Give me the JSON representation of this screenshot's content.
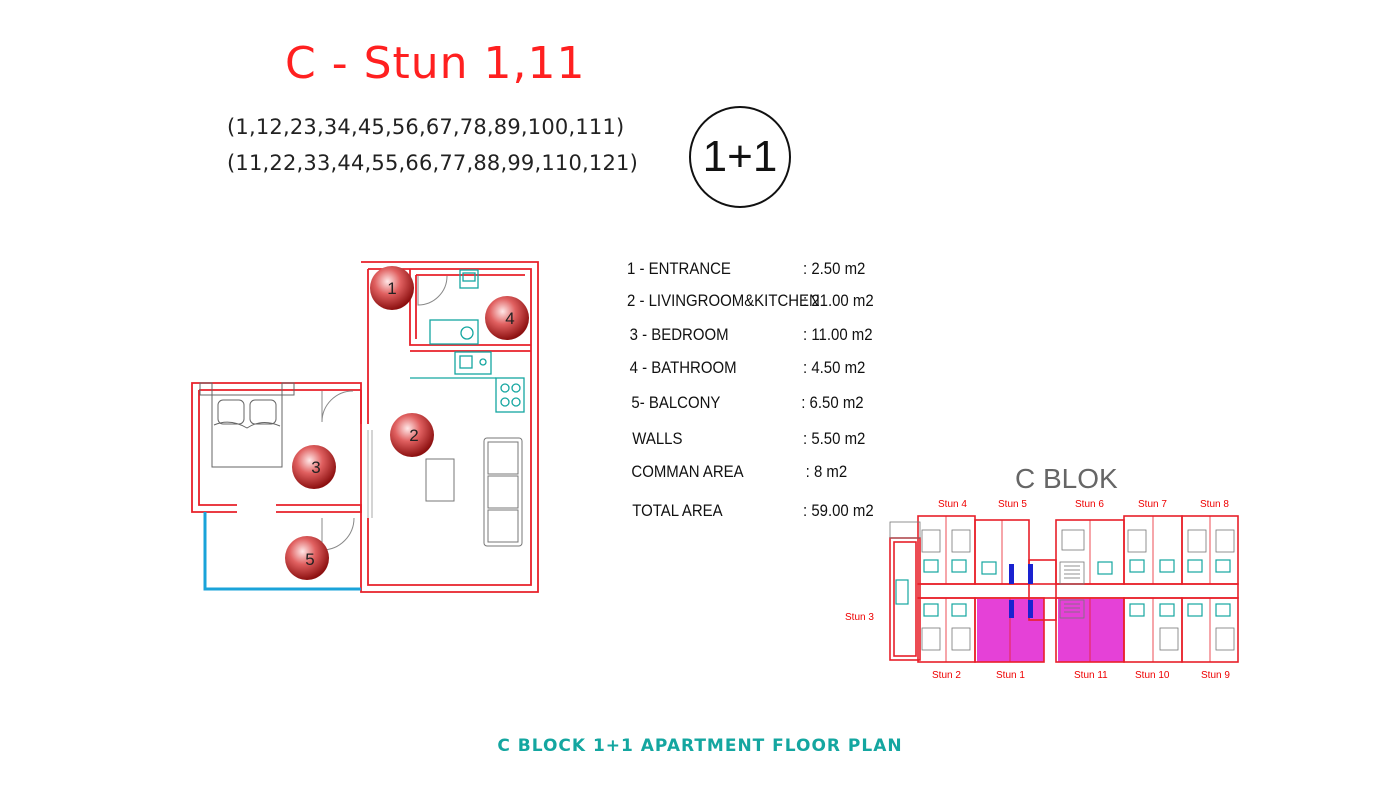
{
  "title": "C - Stun 1,11",
  "unit_numbers": [
    "(1,12,23,34,45,56,67,78,89,100,111)",
    "(11,22,33,44,55,66,77,88,99,110,121)"
  ],
  "apartment_type": "1+1",
  "room_markers": [
    "1",
    "2",
    "3",
    "4",
    "5"
  ],
  "areas": [
    {
      "label": "1 - ENTRANCE",
      "value": ": 2.50 m2"
    },
    {
      "label": "2 - LIVINGROOM&KITCHEN",
      "value": ": 21.00 m2"
    },
    {
      "label": "3 - BEDROOM",
      "value": ": 11.00 m2"
    },
    {
      "label": "4 - BATHROOM",
      "value": ":  4.50 m2"
    },
    {
      "label": "5- BALCONY",
      "value": ": 6.50 m2"
    },
    {
      "label": "WALLS",
      "value": ":   5.50 m2"
    },
    {
      "label": "COMMAN AREA",
      "value": ": 8 m2"
    },
    {
      "label": "TOTAL AREA",
      "value": ": 59.00 m2"
    }
  ],
  "block_plan": {
    "title": "C BLOK",
    "top_labels": [
      "Stun 4",
      "Stun 5",
      "Stun 6",
      "Stun 7",
      "Stun 8"
    ],
    "side_label": "Stun 3",
    "bottom_labels": [
      "Stun 2",
      "Stun 1",
      "Stun 11",
      "Stun 10",
      "Stun 9"
    ]
  },
  "footer": "C BLOCK 1+1 APARTMENT FLOOR PLAN",
  "colors": {
    "title": "#ff2020",
    "wall": "#e8202a",
    "fixture": "#14a6a0",
    "balcony": "#1aa3d9",
    "highlight": "#e020d0",
    "footer": "#14a6a0"
  }
}
